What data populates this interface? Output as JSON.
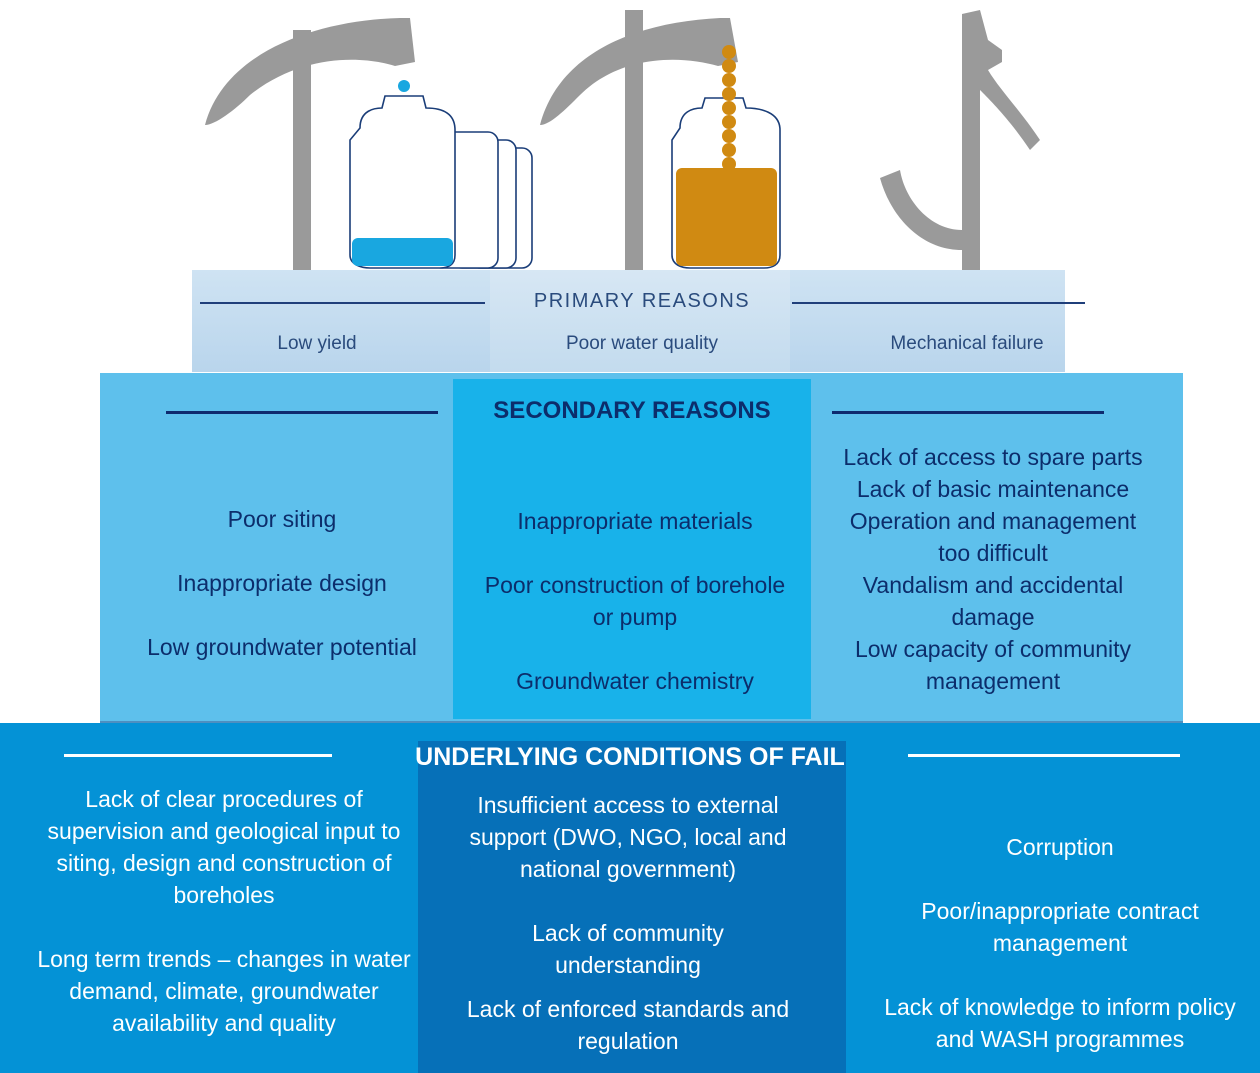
{
  "primary": {
    "title": "PRIMARY REASONS",
    "labels": [
      "Low yield",
      "Poor water quality",
      "Mechanical failure"
    ]
  },
  "secondary": {
    "title": "SECONDARY REASONS",
    "left": [
      "Poor siting",
      "Inappropriate design",
      "Low groundwater potential"
    ],
    "middle": [
      "Inappropriate materials",
      "Poor construction of borehole or pump",
      "Groundwater chemistry"
    ],
    "right": [
      "Lack of access to spare parts",
      "Lack of basic maintenance",
      "Operation and management too difficult",
      "Vandalism and accidental damage",
      "Low capacity of community management"
    ]
  },
  "underlying": {
    "title": "UNDERLYING CONDITIONS OF FAIL",
    "left": [
      "Lack of clear procedures of supervision and geological input to siting, design and construction of boreholes",
      "Long term trends – changes in water demand, climate, groundwater availability and quality"
    ],
    "middle": [
      "Insufficient access to external support (DWO, NGO, local and national government)",
      "Lack of community understanding",
      "Lack of enforced standards and regulation"
    ],
    "right": [
      "Corruption",
      "Poor/inappropriate contract management",
      "Lack of knowledge to inform policy and WASH programmes"
    ]
  },
  "colors": {
    "pump_grey": "#9a9a9a",
    "clean_water": "#19a7e0",
    "dirty_water": "#d08a12",
    "navy": "#0c2d6b"
  }
}
